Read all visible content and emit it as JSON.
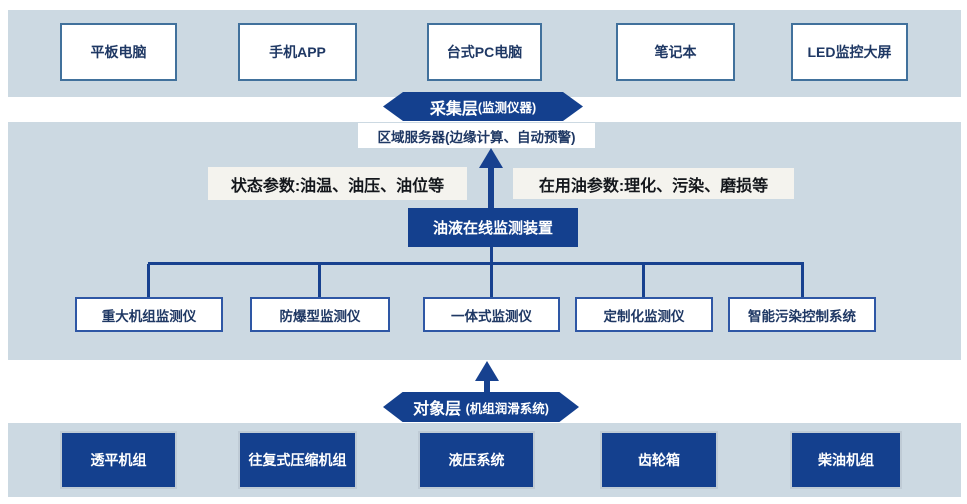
{
  "colors": {
    "band": "#ccd9e2",
    "primary_blue": "#14408e",
    "line_blue": "#17418f",
    "white_box_border": "#41719c",
    "box_text": "#1f3864",
    "label_bg": "#f4f3ee"
  },
  "top_devices": [
    "平板电脑",
    "手机APP",
    "台式PC电脑",
    "笔记本",
    "LED监控大屏"
  ],
  "collection_badge": {
    "main": "采集层",
    "paren": "(监测仪器)"
  },
  "server_label": "区域服务器(边缘计算、自动预警)",
  "param_left": "状态参数:油温、油压、油位等",
  "param_right": "在用油参数:理化、污染、磨损等",
  "monitor_label": "油液在线监测装置",
  "instruments": [
    "重大机组监测仪",
    "防爆型监测仪",
    "一体式监测仪",
    "定制化监测仪",
    "智能污染控制系统"
  ],
  "object_badge": {
    "main": "对象层",
    "paren": "(机组润滑系统)"
  },
  "equipment": [
    "透平机组",
    "往复式压缩机组",
    "液压系统",
    "齿轮箱",
    "柴油机组"
  ]
}
